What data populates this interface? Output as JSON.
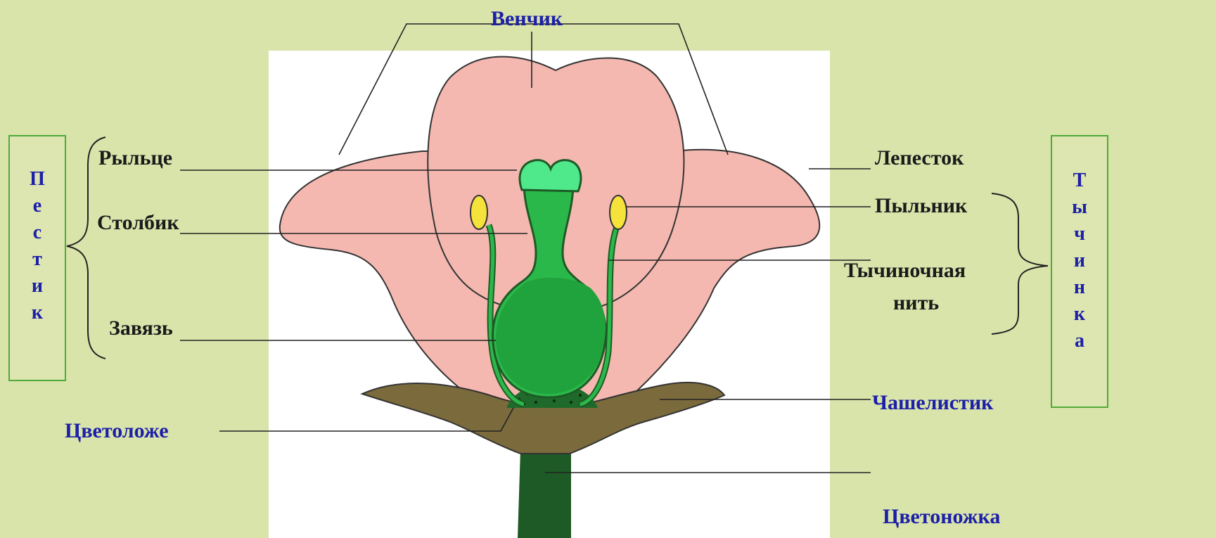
{
  "colors": {
    "background": "#d9e4ab",
    "petal": "#f4b8b0",
    "pistil": "#2bb84a",
    "stigma": "#4fe88a",
    "sepal": "#7a6a3c",
    "stem": "#1e5a26",
    "anther": "#f5e23a",
    "label_blue": "#1c1fa8",
    "box_border": "#4faa3a"
  },
  "labels": {
    "corolla": "Венчик",
    "stigma": "Рыльце",
    "style": "Столбик",
    "ovary": "Завязь",
    "receptacle": "Цветоложе",
    "petal": "Лепесток",
    "anther": "Пыльник",
    "filament_line1": "Тычиночная",
    "filament_line2": "нить",
    "sepal": "Чашелистик",
    "pedicel": "Цветоножка"
  },
  "pistil_box": {
    "letters": [
      "П",
      "е",
      "с",
      "т",
      "и",
      "к"
    ]
  },
  "stamen_box": {
    "letters": [
      "Т",
      "ы",
      "ч",
      "и",
      "н",
      "к",
      "а"
    ]
  }
}
